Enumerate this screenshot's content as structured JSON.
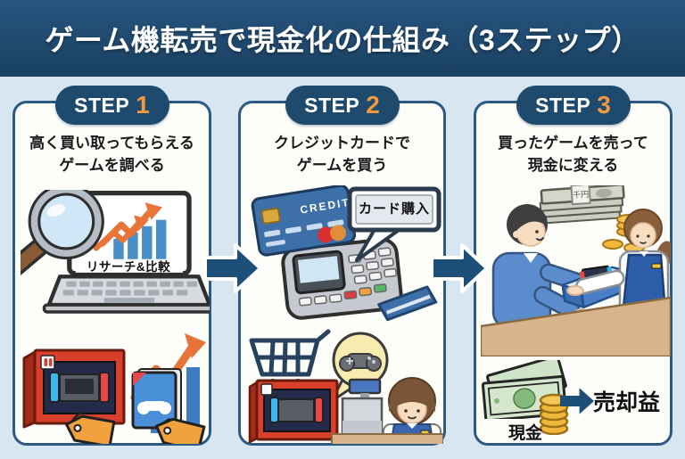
{
  "header": {
    "title": "ゲーム機転売で現金化の仕組み（3ステップ）"
  },
  "steps": [
    {
      "badge_label": "STEP",
      "badge_number": "1",
      "heading_line1": "高く買い取ってもらえる",
      "heading_line2": "ゲームを調べる",
      "labels": {
        "screen_label": "リサーチ&比較"
      }
    },
    {
      "badge_label": "STEP",
      "badge_number": "2",
      "heading_line1": "クレジットカードで",
      "heading_line2": "ゲームを買う",
      "labels": {
        "card_text": "CREDIT",
        "bubble_label": "カード購入"
      }
    },
    {
      "badge_label": "STEP",
      "badge_number": "3",
      "heading_line1": "買ったゲームを売って",
      "heading_line2": "現金に変える",
      "labels": {
        "note_label": "千円",
        "cash_label": "現金",
        "profit_label": "売却益"
      }
    }
  ],
  "icons": {
    "step1": [
      "magnifier-icon",
      "laptop-icon",
      "trend-chart-icon",
      "switch-box-icon",
      "game-case-icon",
      "price-tag-icon"
    ],
    "step2": [
      "credit-card-icon",
      "payment-terminal-icon",
      "speech-bubble-icon",
      "cart-icon",
      "controller-bubble-icon",
      "cashier-icon"
    ],
    "step3": [
      "banknote-stack-icon",
      "coins-icon",
      "handover-icon",
      "cash-icon",
      "coin-stack-icon",
      "profit-arrow-icon"
    ],
    "between_cards": "step-arrow-icon"
  },
  "colors": {
    "header_bg": "#1e4767",
    "badge_bg": "#1e4a6e",
    "accent_orange": "#f0993f",
    "card_border": "#2b5a84",
    "card_bg": "#fdfdfa",
    "page_bg": "#d8e6f2",
    "arrow_navy": "#1d4f79",
    "chart_blue": "#3d7cc0",
    "chart_arrow_orange": "#e8743a",
    "switch_red": "#d8402c",
    "money_green": "#83b97c",
    "coin_gold": "#f0b73c"
  }
}
